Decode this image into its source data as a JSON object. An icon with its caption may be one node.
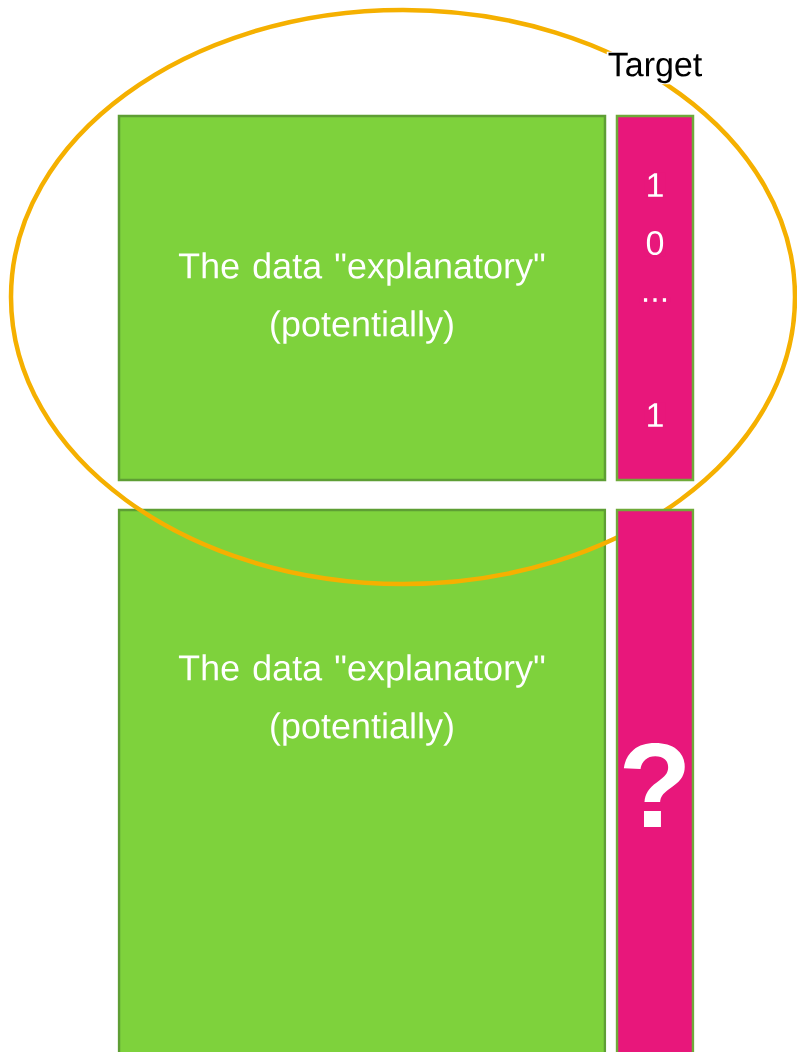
{
  "diagram": {
    "nodes": [
      {
        "text": [
          "The data \"explanatory\" (potentially)"
        ]
      },
      {
        "text": [
          "Target",
          "1",
          "0",
          "...",
          "1"
        ]
      },
      {
        "text": [
          "The data \"explanatory\" (potentially)"
        ]
      },
      {
        "text": [
          "?"
        ]
      }
    ]
  }
}
